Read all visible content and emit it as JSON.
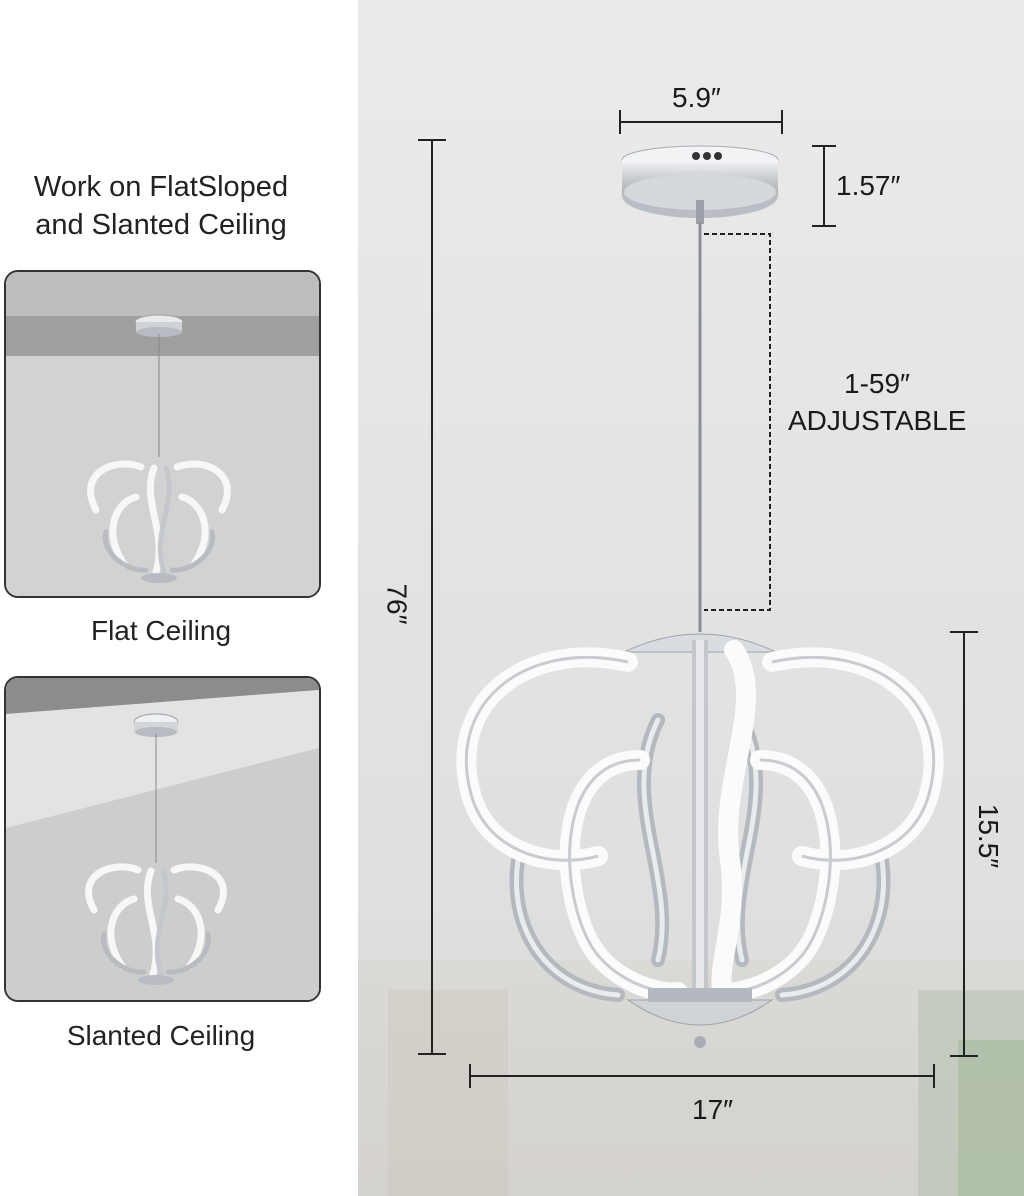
{
  "left": {
    "heading_line1": "Work on FlatSloped",
    "heading_line2": "and Slanted Ceiling",
    "flat_caption": "Flat Ceiling",
    "slanted_caption": "Slanted Ceiling"
  },
  "dimensions": {
    "canopy_width": "5.9″",
    "canopy_height": "1.57″",
    "adjustable_length": "1-59″",
    "adjustable_word": "ADJUSTABLE",
    "total_height": "76″",
    "fixture_height": "15.5″",
    "fixture_width": "17″"
  },
  "colors": {
    "chrome": "#c8cbd0",
    "led": "#fbfbfb",
    "dim_line": "#222222"
  }
}
